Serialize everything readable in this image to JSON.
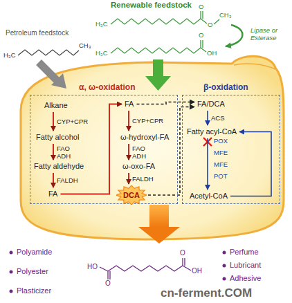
{
  "diagram": {
    "nodes": [
      {
        "text": [
          "α, ω-oxidation"
        ]
      },
      {
        "text": [
          "Alkane"
        ],
        "in": 0
      },
      {
        "text": [
          "Fatty alcohol"
        ],
        "in": 0
      },
      {
        "text": [
          "Fatty aldehyde"
        ],
        "in": 0
      },
      {
        "text": [
          "FA"
        ],
        "in": 0
      },
      {
        "text": [
          "FA"
        ],
        "in": 0
      },
      {
        "text": [
          "ω-hydroxyl-FA"
        ],
        "in": 0
      },
      {
        "text": [
          "ω-oxo-FA"
        ],
        "in": 0
      },
      {
        "text": [
          "DCA"
        ],
        "in": 0
      },
      {
        "text": [
          "β-oxidation"
        ]
      },
      {
        "text": [
          "FA/DCA"
        ],
        "in": 9
      },
      {
        "text": [
          "Fatty acyl-CoA"
        ],
        "in": 9
      },
      {
        "text": [
          "Acetyl-CoA"
        ],
        "in": 9
      }
    ],
    "edges": [
      {
        "from": 1,
        "to": 2,
        "arrow": "to",
        "label": "CYP+CPR"
      },
      {
        "from": 2,
        "to": 3,
        "arrow": "to",
        "label": "FAO ADH"
      },
      {
        "from": 3,
        "to": 4,
        "arrow": "to",
        "label": "FALDH"
      },
      {
        "from": 4,
        "to": 5,
        "arrow": "to"
      },
      {
        "from": 5,
        "to": 6,
        "arrow": "to",
        "label": "CYP+CPR"
      },
      {
        "from": 6,
        "to": 7,
        "arrow": "to",
        "label": "FAO ADH"
      },
      {
        "from": 7,
        "to": 8,
        "arrow": "to",
        "label": "FALDH"
      },
      {
        "from": 5,
        "to": 10,
        "arrow": "to"
      },
      {
        "from": 8,
        "to": 10,
        "arrow": "to"
      },
      {
        "from": 10,
        "to": 11,
        "arrow": "to",
        "label": "ACS"
      },
      {
        "from": 11,
        "to": 12,
        "arrow": "to"
      },
      {
        "from": 12,
        "to": 11,
        "arrow": "to"
      }
    ],
    "labels": [
      "Renewable feedstock",
      "H₃C",
      "O",
      "O",
      "CH₃",
      "H₃C",
      "O",
      "OH",
      "Lipase or Esterase",
      "Petroleum feedstock",
      "H₃C",
      "CH₃",
      "POX",
      "MFE",
      "MFE",
      "POT",
      "HO",
      "O",
      "O",
      "OH",
      "Polyamide",
      "Polyester",
      "Plasticizer",
      "Perfume",
      "Lubricant",
      "Adhesive",
      "cn-ferment.COM"
    ]
  }
}
